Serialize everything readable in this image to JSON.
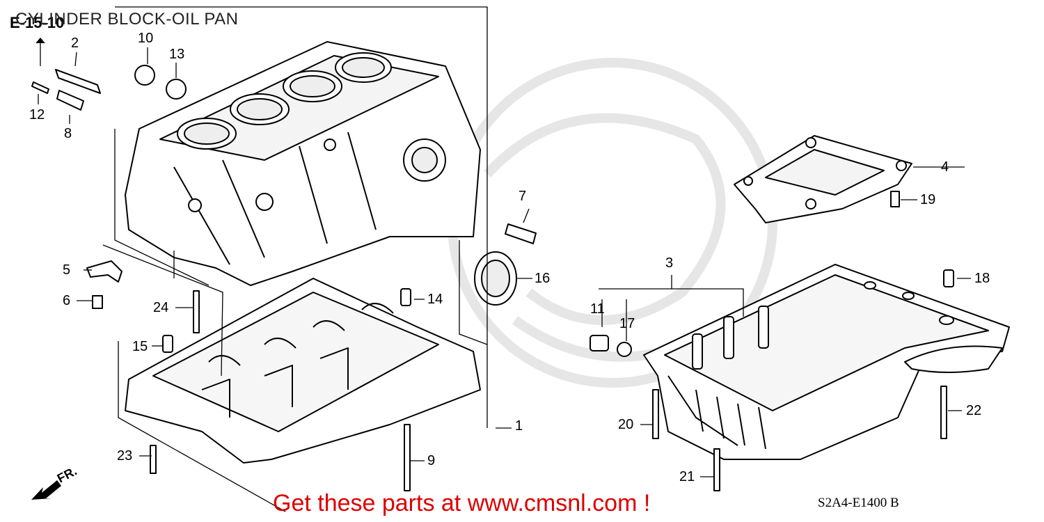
{
  "title": "CYLINDER BLOCK-OIL PAN",
  "section_code": "E-15-10",
  "direction_label": "FR.",
  "drawing_code": "S2A4-E1400 B",
  "watermark": "Get these parts at www.cmsnl.com !",
  "callouts": {
    "p1": "1",
    "p2": "2",
    "p3": "3",
    "p4": "4",
    "p5": "5",
    "p6": "6",
    "p7": "7",
    "p8": "8",
    "p9": "9",
    "p10": "10",
    "p11": "11",
    "p12": "12",
    "p13": "13",
    "p14": "14",
    "p15": "15",
    "p16": "16",
    "p17": "17",
    "p18": "18",
    "p19": "19",
    "p20": "20",
    "p21": "21",
    "p22": "22",
    "p23": "23",
    "p24": "24"
  }
}
